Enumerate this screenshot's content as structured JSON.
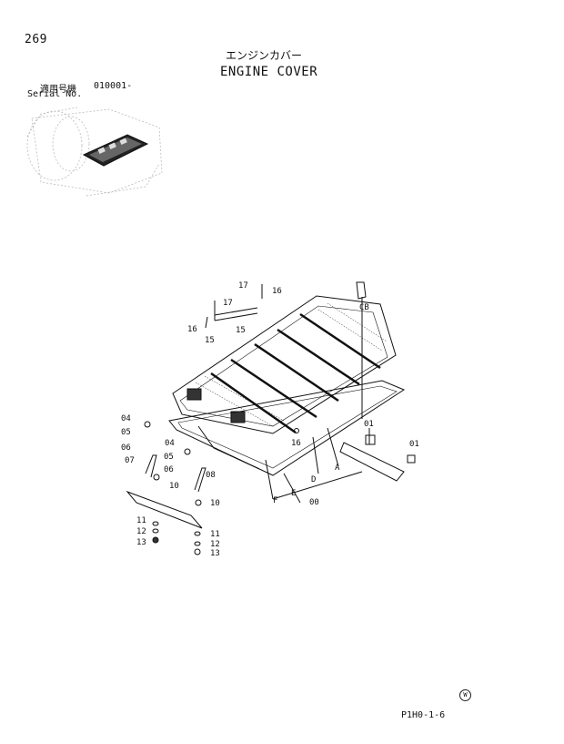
{
  "page_number": "269",
  "title_jp": "エンジンカバー",
  "title_en": "ENGINE COVER",
  "serial_label_jp": "適用号機",
  "serial_value": "010001-",
  "serial_label_en": "Serial No.",
  "page_code": "P1H0-1-6",
  "corner_mark": "W",
  "callouts": [
    "17",
    "16",
    "17",
    "15",
    "16",
    "15",
    "CB",
    "04",
    "05",
    "06",
    "07",
    "04",
    "05",
    "06",
    "08",
    "10",
    "10",
    "11",
    "12",
    "13",
    "11",
    "12",
    "13",
    "16",
    "01",
    "01",
    "A",
    "D",
    "E",
    "00",
    "F"
  ]
}
